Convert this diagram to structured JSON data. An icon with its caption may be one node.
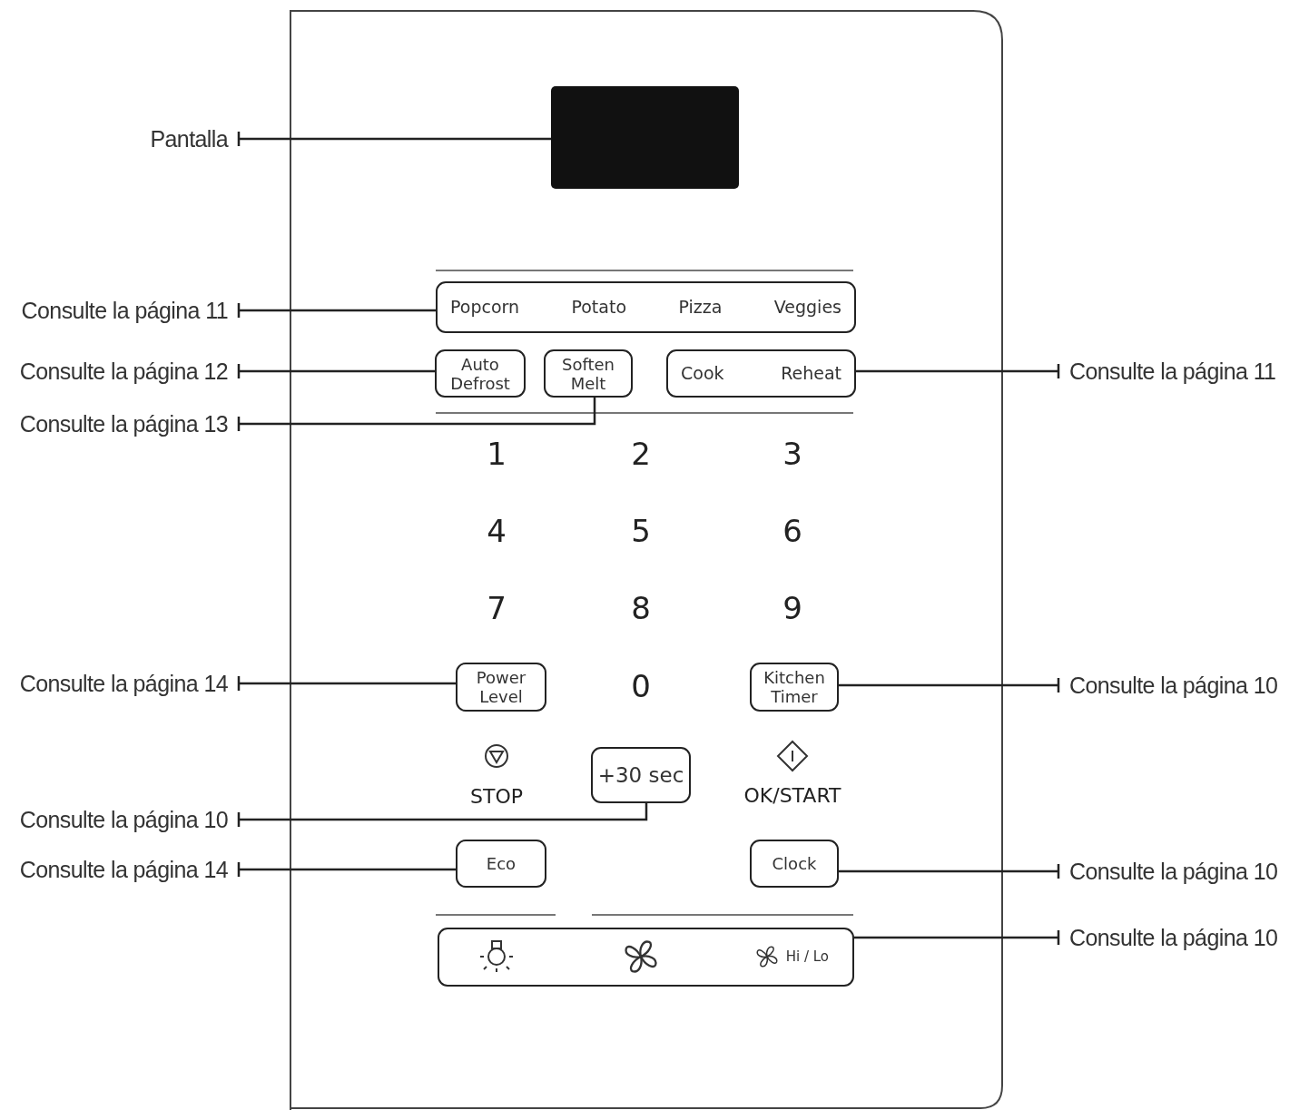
{
  "diagram": {
    "nodes": [
      {
        "text": [
          "Pantalla"
        ]
      },
      {
        "text": [],
        "shape": "box"
      },
      {
        "text": [
          "Consulte la página 11"
        ]
      },
      {
        "text": [
          "Popcorn",
          "Potato",
          "Pizza",
          "Veggies"
        ]
      },
      {
        "text": [
          "Consulte la página 12"
        ]
      },
      {
        "text": [
          "Auto Defrost"
        ]
      },
      {
        "text": [
          "Soften Melt"
        ]
      },
      {
        "text": [
          "Cook",
          "Reheat"
        ]
      },
      {
        "text": [
          "Consulte la página 11"
        ]
      },
      {
        "text": [
          "Consulte la página 13"
        ]
      },
      {
        "text": [
          "Consulte la página 14"
        ]
      },
      {
        "text": [
          "Power Level"
        ]
      },
      {
        "text": [
          "Kitchen Timer"
        ]
      },
      {
        "text": [
          "Consulte la página 10"
        ]
      },
      {
        "text": [
          "+30 sec"
        ]
      },
      {
        "text": [
          "Consulte la página 10"
        ]
      },
      {
        "text": [
          "Consulte la página 14"
        ]
      },
      {
        "text": [
          "Eco"
        ]
      },
      {
        "text": [
          "Clock"
        ]
      },
      {
        "text": [
          "Consulte la página 10"
        ]
      },
      {
        "text": [
          "Hi / Lo"
        ]
      },
      {
        "text": [
          "Consulte la página 10"
        ]
      }
    ],
    "edges": [
      {
        "from": 0,
        "to": 1,
        "arrow": "other"
      },
      {
        "from": 2,
        "to": 3,
        "arrow": "other"
      },
      {
        "from": 4,
        "to": 5,
        "arrow": "other"
      },
      {
        "from": 8,
        "to": 7,
        "arrow": "other"
      },
      {
        "from": 9,
        "to": 6,
        "arrow": "other"
      },
      {
        "from": 10,
        "to": 11,
        "arrow": "other"
      },
      {
        "from": 13,
        "to": 12,
        "arrow": "other"
      },
      {
        "from": 15,
        "to": 14,
        "arrow": "other"
      },
      {
        "from": 16,
        "to": 17,
        "arrow": "other"
      },
      {
        "from": 19,
        "to": 18,
        "arrow": "other"
      },
      {
        "from": 21,
        "to": 20,
        "arrow": "other"
      }
    ],
    "labels": [
      "1",
      "2",
      "3",
      "4",
      "5",
      "6",
      "7",
      "8",
      "9",
      "0",
      "STOP",
      "OK/START"
    ]
  }
}
